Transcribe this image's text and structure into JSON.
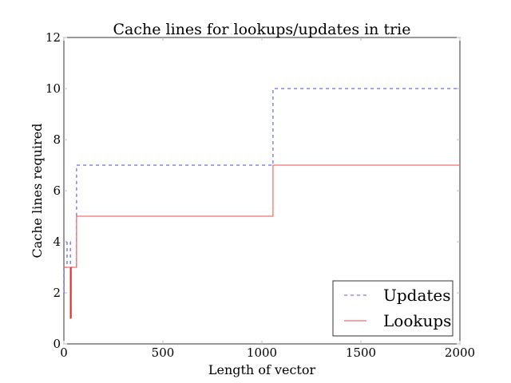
{
  "chart_data": {
    "type": "line",
    "title": "Cache lines for lookups/updates in trie",
    "xlabel": "Length of vector",
    "ylabel": "Cache lines required",
    "xlim": [
      0,
      2000
    ],
    "ylim": [
      0,
      12
    ],
    "xticks": [
      0,
      500,
      1000,
      1500,
      2000
    ],
    "yticks": [
      0,
      2,
      4,
      6,
      8,
      10,
      12
    ],
    "grid": false,
    "legend_position": "lower right",
    "series": [
      {
        "name": "Updates",
        "style": "dashed",
        "color": "#6b6bf0",
        "step": true,
        "x": [
          0,
          1,
          8,
          16,
          32,
          33,
          64,
          1056,
          2000
        ],
        "y": [
          2,
          3,
          3,
          4,
          4,
          3,
          7,
          10,
          10
        ]
      },
      {
        "name": "Lookups",
        "style": "solid",
        "color": "#f07070",
        "step": true,
        "x": [
          0,
          32,
          33,
          64,
          1056,
          2000
        ],
        "y": [
          3,
          1,
          3,
          5,
          7,
          7
        ]
      }
    ]
  },
  "legend": {
    "items": [
      {
        "label": "Updates",
        "color": "#5555ee",
        "dash": "4,4"
      },
      {
        "label": "Lookups",
        "color": "#ee4444",
        "dash": ""
      }
    ]
  }
}
